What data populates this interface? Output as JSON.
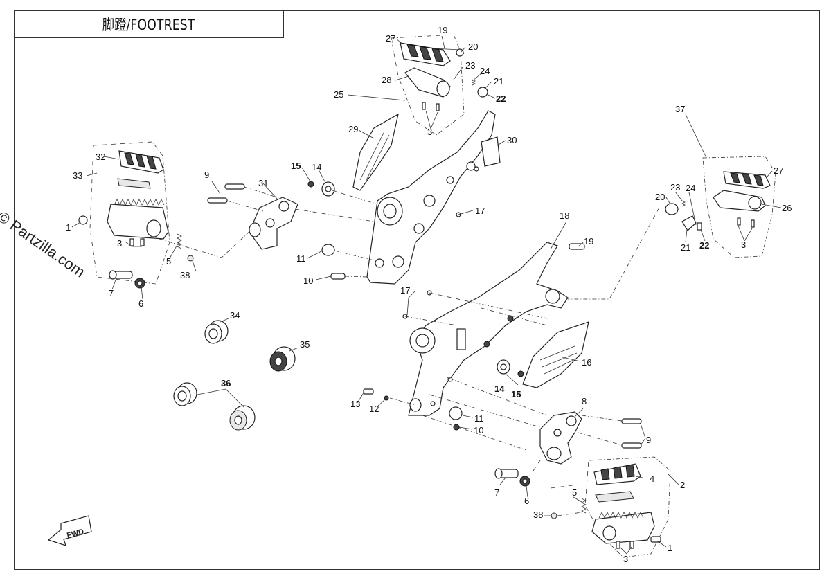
{
  "title": "脚蹬/FOOTREST",
  "watermark": "© Partzilla.com",
  "fwd_label": "FWD",
  "callouts": {
    "c1a": "1",
    "c3a": "3",
    "c5a": "5",
    "c6a": "6",
    "c7a": "7",
    "c32": "32",
    "c33": "33",
    "c38a": "38",
    "c9a": "9",
    "c31": "31",
    "c11a": "11",
    "c10a": "10",
    "c15a": "15",
    "c14a": "14",
    "c17a": "17",
    "c25": "25",
    "c27a": "27",
    "c19a": "19",
    "c20a": "20",
    "c23a": "23",
    "c24a": "24",
    "c21a": "21",
    "c22a": "22",
    "c28": "28",
    "c3b": "3",
    "c29": "29",
    "c30": "30",
    "c37": "37",
    "c27b": "27",
    "c26": "26",
    "c20b": "20",
    "c23b": "23",
    "c24b": "24",
    "c21b": "21",
    "c22b": "22",
    "c3c": "3",
    "c18": "18",
    "c19b": "19",
    "c17b": "17",
    "c16": "16",
    "c14b": "14",
    "c15b": "15",
    "c13": "13",
    "c12": "12",
    "c11b": "11",
    "c10b": "10",
    "c8": "8",
    "c9b": "9",
    "c34": "34",
    "c35": "35",
    "c36": "36",
    "c2": "2",
    "c4": "4",
    "c5b": "5",
    "c38b": "38",
    "c7b": "7",
    "c6b": "6",
    "c3d": "3",
    "c1b": "1"
  }
}
